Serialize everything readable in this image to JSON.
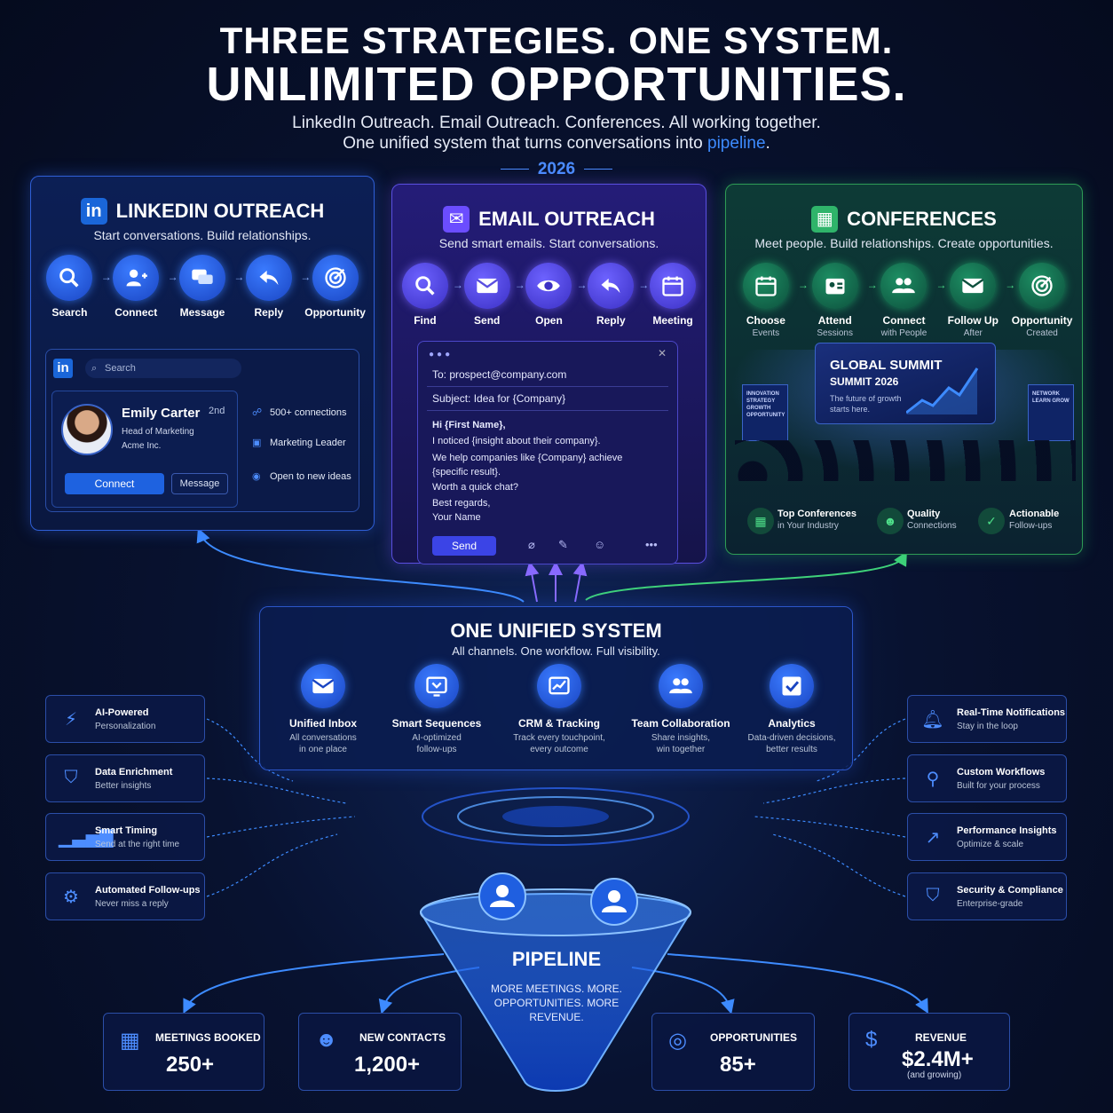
{
  "header": {
    "title_line1": "THREE STRATEGIES. ONE SYSTEM.",
    "title_line2": "UNLIMITED OPPORTUNITIES.",
    "subtitle_line1": "LinkedIn Outreach. Email Outreach. Conferences. All working together.",
    "subtitle_line2_pre": "One unified system that turns conversations into ",
    "subtitle_line2_hl": "pipeline",
    "subtitle_line2_post": ".",
    "year": "2026"
  },
  "linkedin": {
    "title": "LINKEDIN OUTREACH",
    "subtitle": "Start conversations. Build relationships.",
    "steps": [
      "Search",
      "Connect",
      "Message",
      "Reply",
      "Opportunity"
    ],
    "search_placeholder": "Search",
    "profile": {
      "name": "Emily Carter",
      "degree": "2nd",
      "role": "Head of Marketing",
      "company": "Acme Inc.",
      "connect_label": "Connect",
      "message_label": "Message"
    },
    "facts": [
      "500+ connections",
      "Marketing Leader",
      "Open to new ideas"
    ]
  },
  "email": {
    "title": "EMAIL OUTREACH",
    "subtitle": "Send smart emails. Start conversations.",
    "steps": [
      "Find",
      "Send",
      "Open",
      "Reply",
      "Meeting"
    ],
    "to": "To:  prospect@company.com",
    "subject": "Subject:  Idea for {Company}",
    "body": [
      "Hi {First Name},",
      "I noticed {insight about their company}.",
      "We help companies like {Company} achieve",
      "{specific result}.",
      "Worth a quick chat?",
      "Best regards,",
      "Your Name"
    ],
    "send_label": "Send"
  },
  "conferences": {
    "title": "CONFERENCES",
    "subtitle": "Meet people. Build relationships. Create opportunities.",
    "steps": [
      {
        "label": "Choose",
        "sub": "Events"
      },
      {
        "label": "Attend",
        "sub": "Sessions"
      },
      {
        "label": "Connect",
        "sub": "with People"
      },
      {
        "label": "Follow Up",
        "sub": "After"
      },
      {
        "label": "Opportunity",
        "sub": "Created"
      }
    ],
    "summit_title": "GLOBAL SUMMIT",
    "summit_year": "SUMMIT 2026",
    "summit_tagline": "The future of growth starts here.",
    "sign_left": "INNOVATION STRATEGY GROWTH OPPORTUNITY",
    "sign_right": "NETWORK LEARN GROW",
    "footer": [
      {
        "label": "Top Conferences",
        "sub": "in Your Industry"
      },
      {
        "label": "Quality",
        "sub": "Connections"
      },
      {
        "label": "Actionable",
        "sub": "Follow-ups"
      }
    ]
  },
  "unified": {
    "title": "ONE UNIFIED SYSTEM",
    "subtitle": "All channels. One workflow. Full visibility.",
    "features": [
      {
        "label": "Unified Inbox",
        "d1": "All conversations",
        "d2": "in one place"
      },
      {
        "label": "Smart Sequences",
        "d1": "AI-optimized",
        "d2": "follow-ups"
      },
      {
        "label": "CRM & Tracking",
        "d1": "Track every touchpoint,",
        "d2": "every outcome"
      },
      {
        "label": "Team Collaboration",
        "d1": "Share insights,",
        "d2": "win together"
      },
      {
        "label": "Analytics",
        "d1": "Data-driven decisions,",
        "d2": "better results"
      }
    ]
  },
  "left_features": [
    {
      "label": "AI-Powered",
      "sub": "Personalization"
    },
    {
      "label": "Data Enrichment",
      "sub": "Better insights"
    },
    {
      "label": "Smart Timing",
      "sub": "Send at the right time"
    },
    {
      "label": "Automated Follow-ups",
      "sub": "Never miss a reply"
    }
  ],
  "right_features": [
    {
      "label": "Real-Time Notifications",
      "sub": "Stay in the loop"
    },
    {
      "label": "Custom Workflows",
      "sub": "Built for your process"
    },
    {
      "label": "Performance Insights",
      "sub": "Optimize & scale"
    },
    {
      "label": "Security & Compliance",
      "sub": "Enterprise-grade"
    }
  ],
  "pipeline": {
    "title": "PIPELINE",
    "desc": "MORE MEETINGS. MORE. OPPORTUNITIES. MORE REVENUE."
  },
  "metrics": [
    {
      "label": "MEETINGS BOOKED",
      "value": "250+"
    },
    {
      "label": "NEW CONTACTS",
      "value": "1,200+"
    },
    {
      "label": "OPPORTUNITIES",
      "value": "85+"
    },
    {
      "label": "REVENUE",
      "value": "$2.4M+",
      "note": "(and growing)"
    }
  ],
  "colors": {
    "linkedin_blue": "#1a66d9",
    "email_purple": "#5a4fe0",
    "conference_green": "#2e9c55",
    "accent": "#3d8bff"
  }
}
